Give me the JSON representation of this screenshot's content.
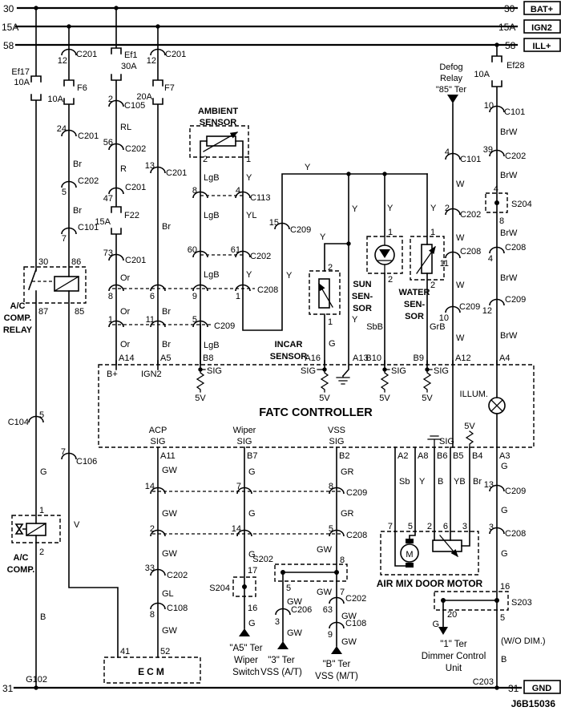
{
  "part_number": "J6B15036",
  "rails": {
    "r30": "30",
    "r15a": "15A",
    "r58": "58",
    "r31": "31",
    "bat": "BAT+",
    "ign2": "IGN2",
    "ill": "ILL+",
    "gnd": "GND"
  },
  "colors": {
    "y": "Y",
    "w": "W",
    "brw": "BrW",
    "br": "Br",
    "or": "Or",
    "lgb": "LgB",
    "yl": "YL",
    "rl": "RL",
    "r": "R",
    "g": "G",
    "gw": "GW",
    "gr": "GR",
    "gl": "GL",
    "v": "V",
    "b": "B",
    "sb": "Sb",
    "sbb": "SbB",
    "grb": "GrB",
    "yb": "YB"
  },
  "fuses": {
    "ef17": "Ef17",
    "f6": "F6",
    "ef1": "Ef1",
    "f7": "F7",
    "f22": "F22",
    "ef28": "Ef28",
    "a10": "10A",
    "a15": "15A",
    "a20": "20A",
    "a30": "30A"
  },
  "connectors": {
    "c101": "C101",
    "c104": "C104",
    "c105": "C105",
    "c106": "C106",
    "c108": "C108",
    "c113": "C113",
    "c201": "C201",
    "c202": "C202",
    "c203": "C203",
    "c206": "C206",
    "c208": "C208",
    "c209": "C209",
    "g102": "G102",
    "s202": "S202",
    "s203": "S203",
    "s204": "S204"
  },
  "nums": {
    "1": "1",
    "2": "2",
    "3": "3",
    "4": "4",
    "5": "5",
    "6": "6",
    "7": "7",
    "8": "8",
    "9": "9",
    "10": "10",
    "11": "11",
    "12": "12",
    "13": "13",
    "14": "14",
    "15": "15",
    "16": "16",
    "17": "17",
    "20": "20",
    "24": "24",
    "30": "30",
    "33": "33",
    "39": "39",
    "41": "41",
    "47": "47",
    "52": "52",
    "56": "56",
    "60": "60",
    "61": "61",
    "63": "63",
    "73": "73",
    "85": "85",
    "86": "86",
    "87": "87"
  },
  "fatc": {
    "title": "FATC CONTROLLER",
    "bplus": "B+",
    "ign2": "IGN2",
    "sig": "SIG",
    "v5": "5V",
    "illum": "ILLUM.",
    "acp": "ACP",
    "wiper": "Wiper",
    "vss": "VSS",
    "pins": {
      "a14": "A14",
      "a5": "A5",
      "b8": "B8",
      "a16": "A16",
      "a13": "A13",
      "b10": "B10",
      "b9": "B9",
      "a12": "A12",
      "a4": "A4",
      "a11": "A11",
      "b7": "B7",
      "b2": "B2",
      "a2": "A2",
      "a8": "A8",
      "b6": "B6",
      "b5": "B5",
      "b4": "B4",
      "a3": "A3"
    }
  },
  "components": {
    "ecm": "ECM",
    "motor_m": "M",
    "air_mix": "AIR MIX DOOR MOTOR",
    "acrelay1": "A/C",
    "acrelay2": "COMP.",
    "acrelay3": "RELAY",
    "accomp1": "A/C",
    "accomp2": "COMP.",
    "ambient1": "AMBIENT",
    "ambient2": "SENSOR",
    "incar1": "INCAR",
    "incar2": "SENSOR",
    "sun1": "SUN",
    "sun2": "SEN-",
    "sun3": "SOR",
    "water1": "WATER",
    "water2": "SEN-",
    "water3": "SOR",
    "defog1": "Defog",
    "defog2": "Relay",
    "defog3": "\"85\" Ter"
  },
  "dest": {
    "wiper1": "\"A5\" Ter",
    "wiper2": "Wiper",
    "wiper3": "Switch",
    "vssat1": "\"3\" Ter",
    "vssat2": "VSS (A/T)",
    "vssmt1": "\"B\" Ter",
    "vssmt2": "VSS (M/T)",
    "dim1": "\"1\" Ter",
    "dim2": "Dimmer Control",
    "dim3": "Unit",
    "wodim": "(W/O DIM.)"
  }
}
